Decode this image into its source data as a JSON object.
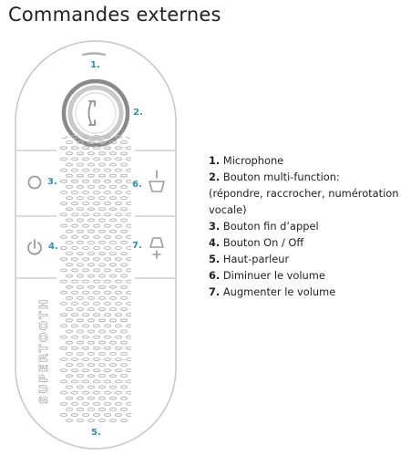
{
  "page": {
    "title": "Commandes externes"
  },
  "device": {
    "colors": {
      "accent": "#2e8fb0",
      "outline": "#c8c8c8",
      "ring_outer": "#8a8a8a",
      "ring_inner": "#b4b4b4"
    },
    "logo_text": "SUPERTOOTH",
    "callouts": [
      {
        "id": "microphone",
        "number": "1."
      },
      {
        "id": "multifunction",
        "number": "2."
      },
      {
        "id": "end-call",
        "number": "3."
      },
      {
        "id": "power",
        "number": "4."
      },
      {
        "id": "speaker",
        "number": "5."
      },
      {
        "id": "volume-down",
        "number": "6."
      },
      {
        "id": "volume-up",
        "number": "7."
      }
    ]
  },
  "legend": {
    "items": [
      {
        "number": "1.",
        "text": "Microphone"
      },
      {
        "number": "2.",
        "text": "Bouton multi-function:"
      },
      {
        "number": "",
        "text": "(répondre, raccrocher, numérotation vocale)"
      },
      {
        "number": "3.",
        "text": "Bouton fin d’appel"
      },
      {
        "number": "4.",
        "text": "Bouton On / Off"
      },
      {
        "number": "5.",
        "text": "Haut-parleur"
      },
      {
        "number": "6.",
        "text": "Diminuer le volume"
      },
      {
        "number": "7.",
        "text": "Augmenter le volume"
      }
    ]
  }
}
